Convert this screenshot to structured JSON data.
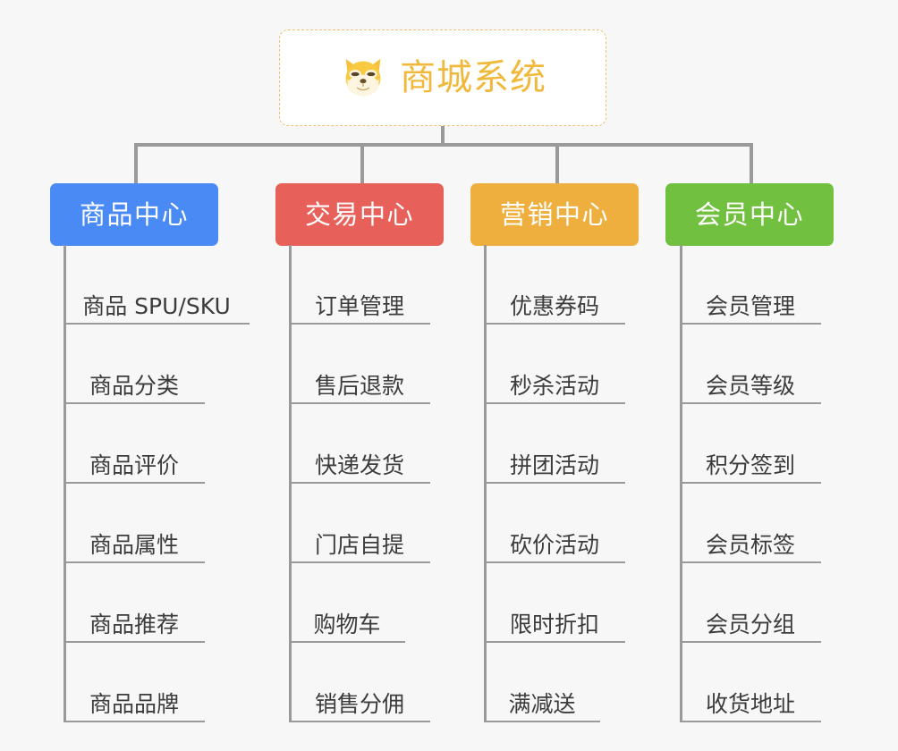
{
  "background_color": "#f7f7f7",
  "root": {
    "title": "商城系统",
    "icon": "shiba-dog-icon",
    "title_color": "#f0b93c",
    "border_color": "#f0c070"
  },
  "connector_color": "#9a9a9a",
  "branches": [
    {
      "id": "product-center",
      "label": "商品中心",
      "color": "#4a8af4",
      "items": [
        {
          "label": "商品 SPU/SKU"
        },
        {
          "label": "商品分类"
        },
        {
          "label": "商品评价"
        },
        {
          "label": "商品属性"
        },
        {
          "label": "商品推荐"
        },
        {
          "label": "商品品牌"
        }
      ]
    },
    {
      "id": "trade-center",
      "label": "交易中心",
      "color": "#e8605a",
      "items": [
        {
          "label": "订单管理"
        },
        {
          "label": "售后退款"
        },
        {
          "label": "快递发货"
        },
        {
          "label": "门店自提"
        },
        {
          "label": "购物车"
        },
        {
          "label": "销售分佣"
        }
      ]
    },
    {
      "id": "marketing-center",
      "label": "营销中心",
      "color": "#eeaf3e",
      "items": [
        {
          "label": "优惠券码"
        },
        {
          "label": "秒杀活动"
        },
        {
          "label": "拼团活动"
        },
        {
          "label": "砍价活动"
        },
        {
          "label": "限时折扣"
        },
        {
          "label": "满减送"
        }
      ]
    },
    {
      "id": "member-center",
      "label": "会员中心",
      "color": "#72c040",
      "items": [
        {
          "label": "会员管理"
        },
        {
          "label": "会员等级"
        },
        {
          "label": "积分签到"
        },
        {
          "label": "会员标签"
        },
        {
          "label": "会员分组"
        },
        {
          "label": "收货地址"
        }
      ]
    }
  ]
}
